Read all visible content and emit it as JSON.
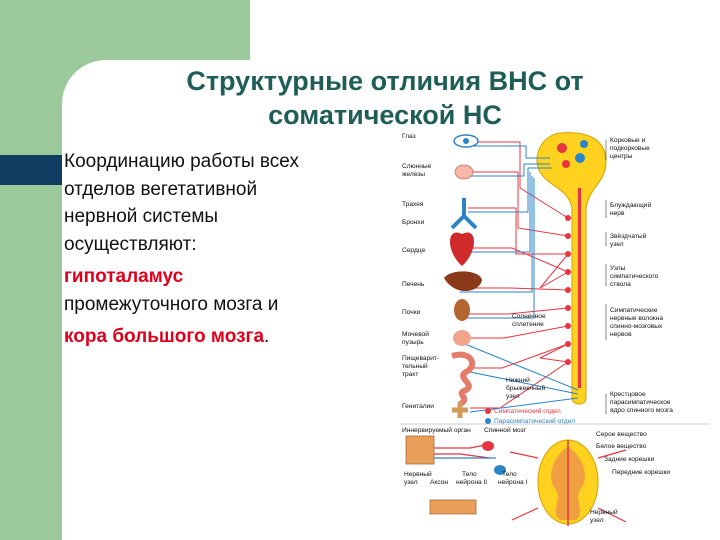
{
  "slide": {
    "title_line1": "Структурные отличия ВНС от",
    "title_line2": "соматической НС",
    "body": {
      "line1": "Координацию работы всех",
      "line2": "отделов вегетативной",
      "line3": "нервной системы",
      "line4": "осуществляют:",
      "hypothalamus": "гипоталамус",
      "hypothalamus_rest": "промежуточного мозга и",
      "cortex": "кора большого мозга",
      "cortex_end": "."
    }
  },
  "diagram": {
    "organs": {
      "eye": "Глаз",
      "salivary1": "Слюнные",
      "salivary2": "железы",
      "trachea": "Трахея",
      "bronchi": "Бронхи",
      "heart": "Сердце",
      "liver": "Печень",
      "kidneys": "Почки",
      "bladder1": "Мочевой",
      "bladder2": "пузырь",
      "gut1": "Пищеварит-",
      "gut2": "тельный",
      "gut3": "тракт",
      "genitals": "Гениталии"
    },
    "right_labels": {
      "cortical1": "Корковые и",
      "cortical2": "подкорковые",
      "cortical3": "центры",
      "vagus1": "Блуждающий",
      "vagus2": "нерв",
      "trunk1": "Звёздчатый",
      "trunk2": "узел",
      "ganglia1": "Узлы",
      "ganglia2": "симпатического",
      "ganglia3": "ствола",
      "fibers1": "Симпатические",
      "fibers2": "нервные волокна",
      "fibers3": "спинно-мозговых",
      "fibers4": "нервов",
      "sacral1": "Крестцовое",
      "sacral2": "парасимпатическое",
      "sacral3": "ядро спинного мозга"
    },
    "center_labels": {
      "solar1": "Солнечное",
      "solar2": "сплетение",
      "mes1": "Нижний",
      "mes2": "брыжеечный",
      "mes3": "узел"
    },
    "legend": {
      "sympathetic": "Симпатический отдел",
      "parasympathetic": "Парасимпатический отдел"
    },
    "lower": {
      "innervated_organ": "Иннервируемый орган",
      "spinal_cord": "Спинной мозг",
      "gray_matter": "Серое вещество",
      "white_matter": "Белое вещество",
      "dorsal_root": "Задние корешки",
      "ventral_root": "Передние корешки",
      "nerve_node1": "Нервный",
      "nerve_node2": "узел",
      "axon": "Аксон",
      "body2_1": "Тело",
      "body2_2": "нейрона II",
      "body1_1": "Тело",
      "body1_2": "нейрона I",
      "nerve_node_b1": "Нервный",
      "nerve_node_b2": "узел"
    },
    "colors": {
      "sympathetic": "#e8343f",
      "parasympathetic": "#2a84c8",
      "spinal": "#ffd21f"
    }
  }
}
